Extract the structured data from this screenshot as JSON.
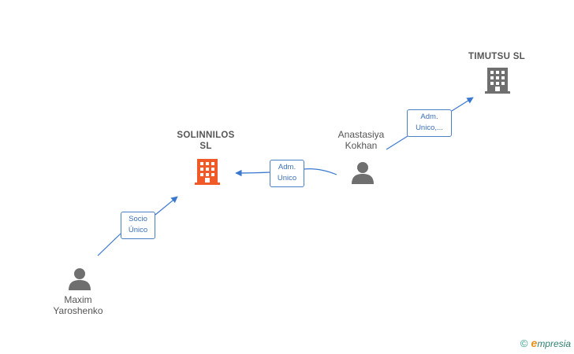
{
  "nodes": {
    "timutsu": {
      "label": "TIMUTSU  SL",
      "icon": "building-icon",
      "color": "#6f6f6f"
    },
    "solinnilos": {
      "label": "SOLINNILOS\nSL",
      "icon": "building-icon",
      "color": "#f05a28"
    },
    "anastasiya": {
      "label": "Anastasiya\nKokhan",
      "icon": "person-icon",
      "color": "#6f6f6f"
    },
    "maxim": {
      "label": "Maxim\nYaroshenko",
      "icon": "person-icon",
      "color": "#6f6f6f"
    }
  },
  "edges": {
    "anastasiya_timutsu": {
      "label": "Adm.\nUnico,..."
    },
    "anastasiya_solinnilos": {
      "label": "Adm.\nUnico"
    },
    "maxim_solinnilos": {
      "label": "Socio\nÚnico"
    }
  },
  "colors": {
    "edge": "#3a78d0"
  },
  "brand": {
    "copyright": "©",
    "initial": "e",
    "name": "mpresia"
  }
}
